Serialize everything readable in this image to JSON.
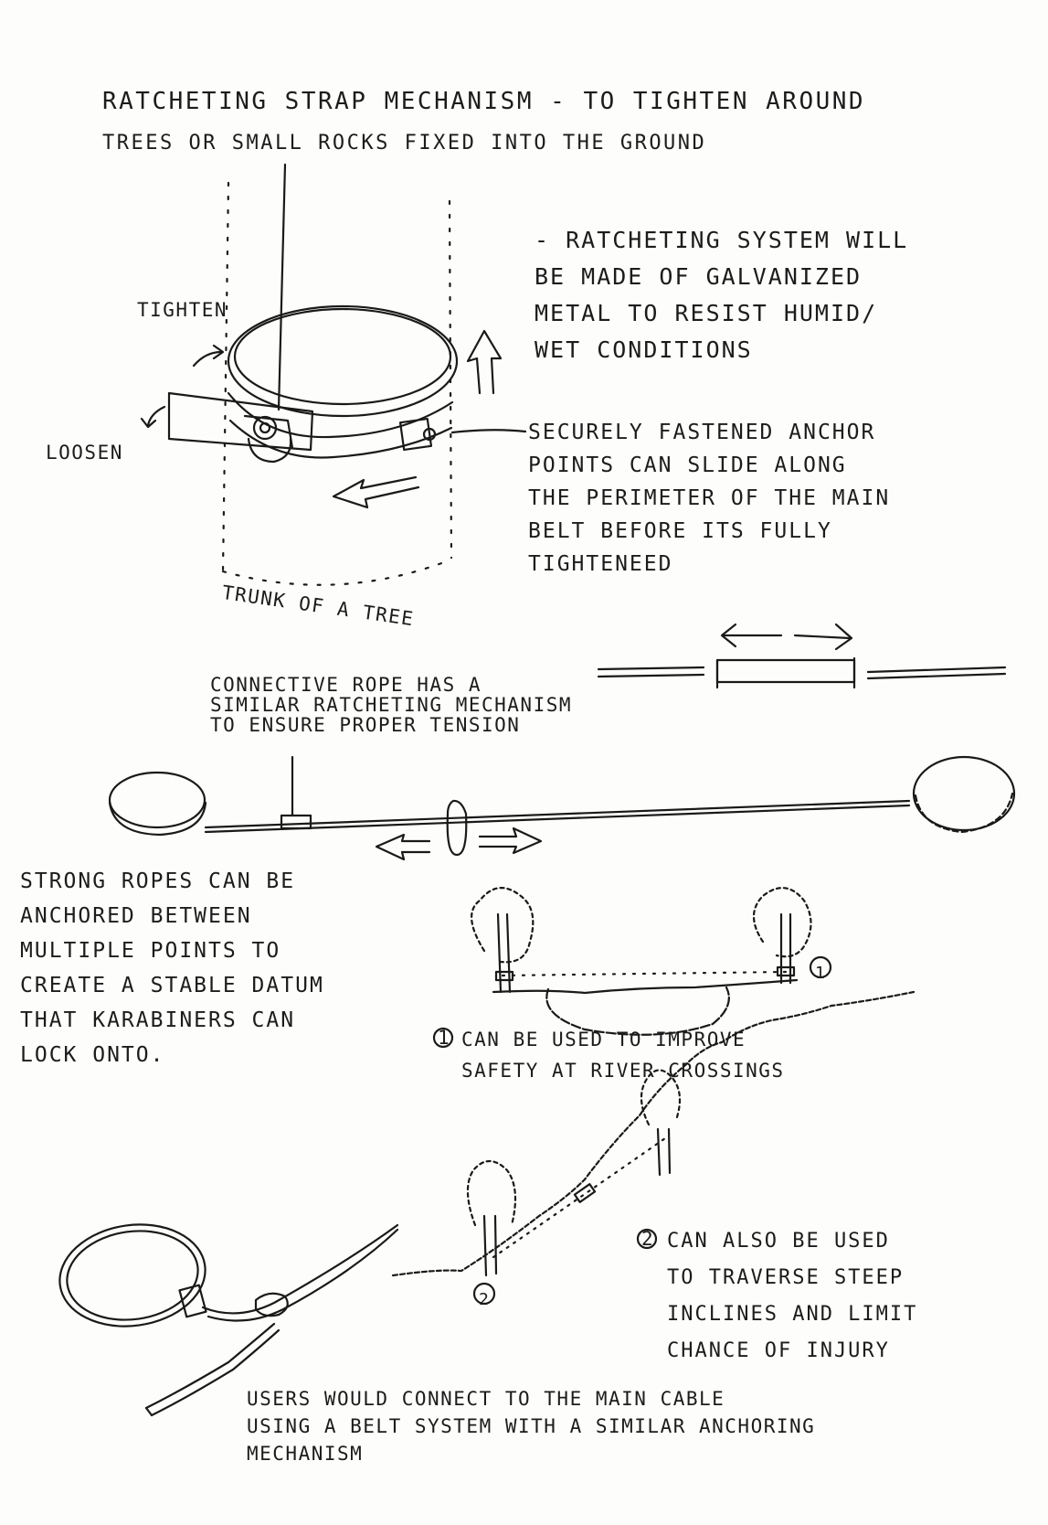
{
  "title": {
    "line1": "RATCHETING STRAP MECHANISM - TO TIGHTEN AROUND",
    "line2": "TREES    OR    SMALL  ROCKS  FIXED  INTO   THE  GROUND"
  },
  "tree_diagram": {
    "tighten_label": "TIGHTEN",
    "loosen_label": "LOOSEN",
    "trunk_label": "TRUNK OF A TREE"
  },
  "ratchet_note": {
    "lines": [
      "- RATCHETING SYSTEM  WILL",
      "BE  MADE  OF  GALVANIZED",
      "METAL  TO   RESIST  HUMID/",
      "WET  CONDITIONS"
    ]
  },
  "anchor_note": {
    "lines": [
      "SECURELY  FASTENED  ANCHOR",
      "POINTS  CAN  SLIDE  ALONG",
      "THE  PERIMETER  OF  THE  MAIN",
      "BELT  BEFORE  ITS  FULLY",
      "TIGHTENEED"
    ]
  },
  "rope_note": {
    "lines": [
      "CONNECTIVE  ROPE  HAS  A",
      "SIMILAR  RATCHETING  MECHANISM",
      "TO  ENSURE  PROPER  TENSION"
    ]
  },
  "strong_ropes_note": {
    "lines": [
      "STRONG  ROPES  CAN  BE",
      "ANCHORED  BETWEEN",
      "MULTIPLE  POINTS  TO",
      "CREATE  A  STABLE  DATUM",
      "THAT  KARABINERS  CAN",
      "LOCK  ONTO."
    ]
  },
  "river_note": {
    "marker": "1",
    "lines": [
      "CAN  BE  USED  TO  IMPROVE",
      "SAFETY  AT  RIVER  CROSSINGS"
    ]
  },
  "incline_note": {
    "marker": "2",
    "lines": [
      "CAN  ALSO  BE  USED",
      "TO  TRAVERSE  STEEP",
      "INCLINES  AND  LIMIT",
      "CHANCE  OF  INJURY"
    ]
  },
  "users_note": {
    "lines": [
      "USERS   WOULD   CONNECT  TO  THE  MAIN  CABLE",
      "USING   A  BELT  SYSTEM  WITH  A SIMILAR  ANCHORING",
      "MECHANISM"
    ]
  },
  "markers": {
    "river_marker": "1",
    "incline_marker": "2"
  },
  "colors": {
    "ink": "#1a1a1a",
    "paper": "#fdfdfb"
  }
}
